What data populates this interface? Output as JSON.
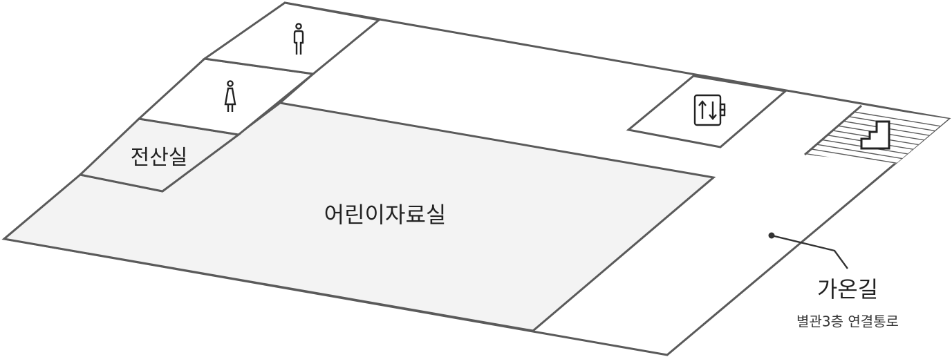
{
  "floor_map": {
    "rooms": [
      {
        "id": "mens-restroom",
        "label": "",
        "icon": "male-restroom-icon"
      },
      {
        "id": "womens-restroom",
        "label": "",
        "icon": "female-restroom-icon"
      },
      {
        "id": "server-room",
        "label": "전산실"
      },
      {
        "id": "childrens-library",
        "label": "어린이자료실"
      },
      {
        "id": "elevator",
        "label": "",
        "icon": "elevator-icon"
      },
      {
        "id": "stairs",
        "label": "",
        "icon": "stairs-icon"
      }
    ],
    "callout": {
      "title": "가온길",
      "subtitle": "별관3층 연결통로"
    },
    "colors": {
      "outline": "#5a5a5a",
      "room_fill_gray": "#f3f3f3",
      "room_fill_white": "#ffffff",
      "icon": "#222222",
      "text": "#222222"
    }
  }
}
